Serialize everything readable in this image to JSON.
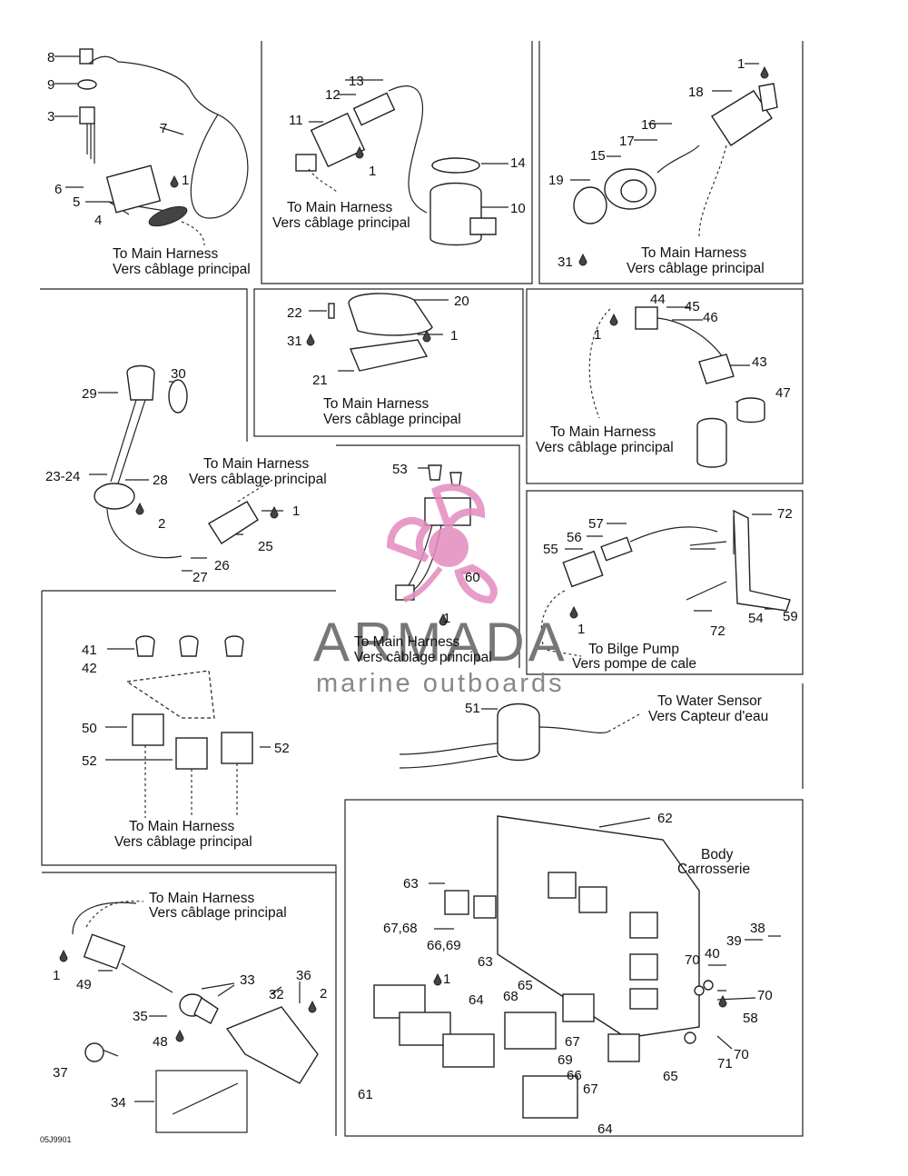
{
  "captions": {
    "to_main_harness": "To Main Harness",
    "vers_cablage": "Vers câblage principal",
    "to_bilge_pump": "To Bilge Pump",
    "vers_pompe": "Vers pompe de cale",
    "to_water_sensor": "To Water Sensor",
    "vers_capteur": "Vers Capteur d'eau",
    "body": "Body",
    "carrosserie": "Carrosserie"
  },
  "callouts": [
    "8",
    "9",
    "3",
    "7",
    "6",
    "5",
    "1",
    "4",
    "13",
    "12",
    "11",
    "1",
    "14",
    "10",
    "1",
    "18",
    "16",
    "17",
    "15",
    "19",
    "31",
    "22",
    "20",
    "31",
    "1",
    "21",
    "44",
    "45",
    "46",
    "1",
    "43",
    "47",
    "30",
    "29",
    "28",
    "23-24",
    "2",
    "1",
    "25",
    "26",
    "27",
    "53",
    "60",
    "1",
    "57",
    "72",
    "56",
    "55",
    "1",
    "54",
    "59",
    "72",
    "41",
    "42",
    "50",
    "52",
    "52",
    "51",
    "62",
    "63",
    "67,68",
    "66,69",
    "63",
    "1",
    "64",
    "68",
    "65",
    "61",
    "67",
    "69",
    "66",
    "67",
    "65",
    "64",
    "70",
    "40",
    "39",
    "38",
    "70",
    "58",
    "70",
    "71",
    "1",
    "49",
    "33",
    "36",
    "32",
    "2",
    "35",
    "48",
    "37",
    "34"
  ],
  "watermark": {
    "brand": "ARMADA",
    "tagline": "marine outboards",
    "colors": {
      "logo_pink": "#e38bbf",
      "gray": "#777777"
    }
  },
  "figure_code": "05J9901"
}
